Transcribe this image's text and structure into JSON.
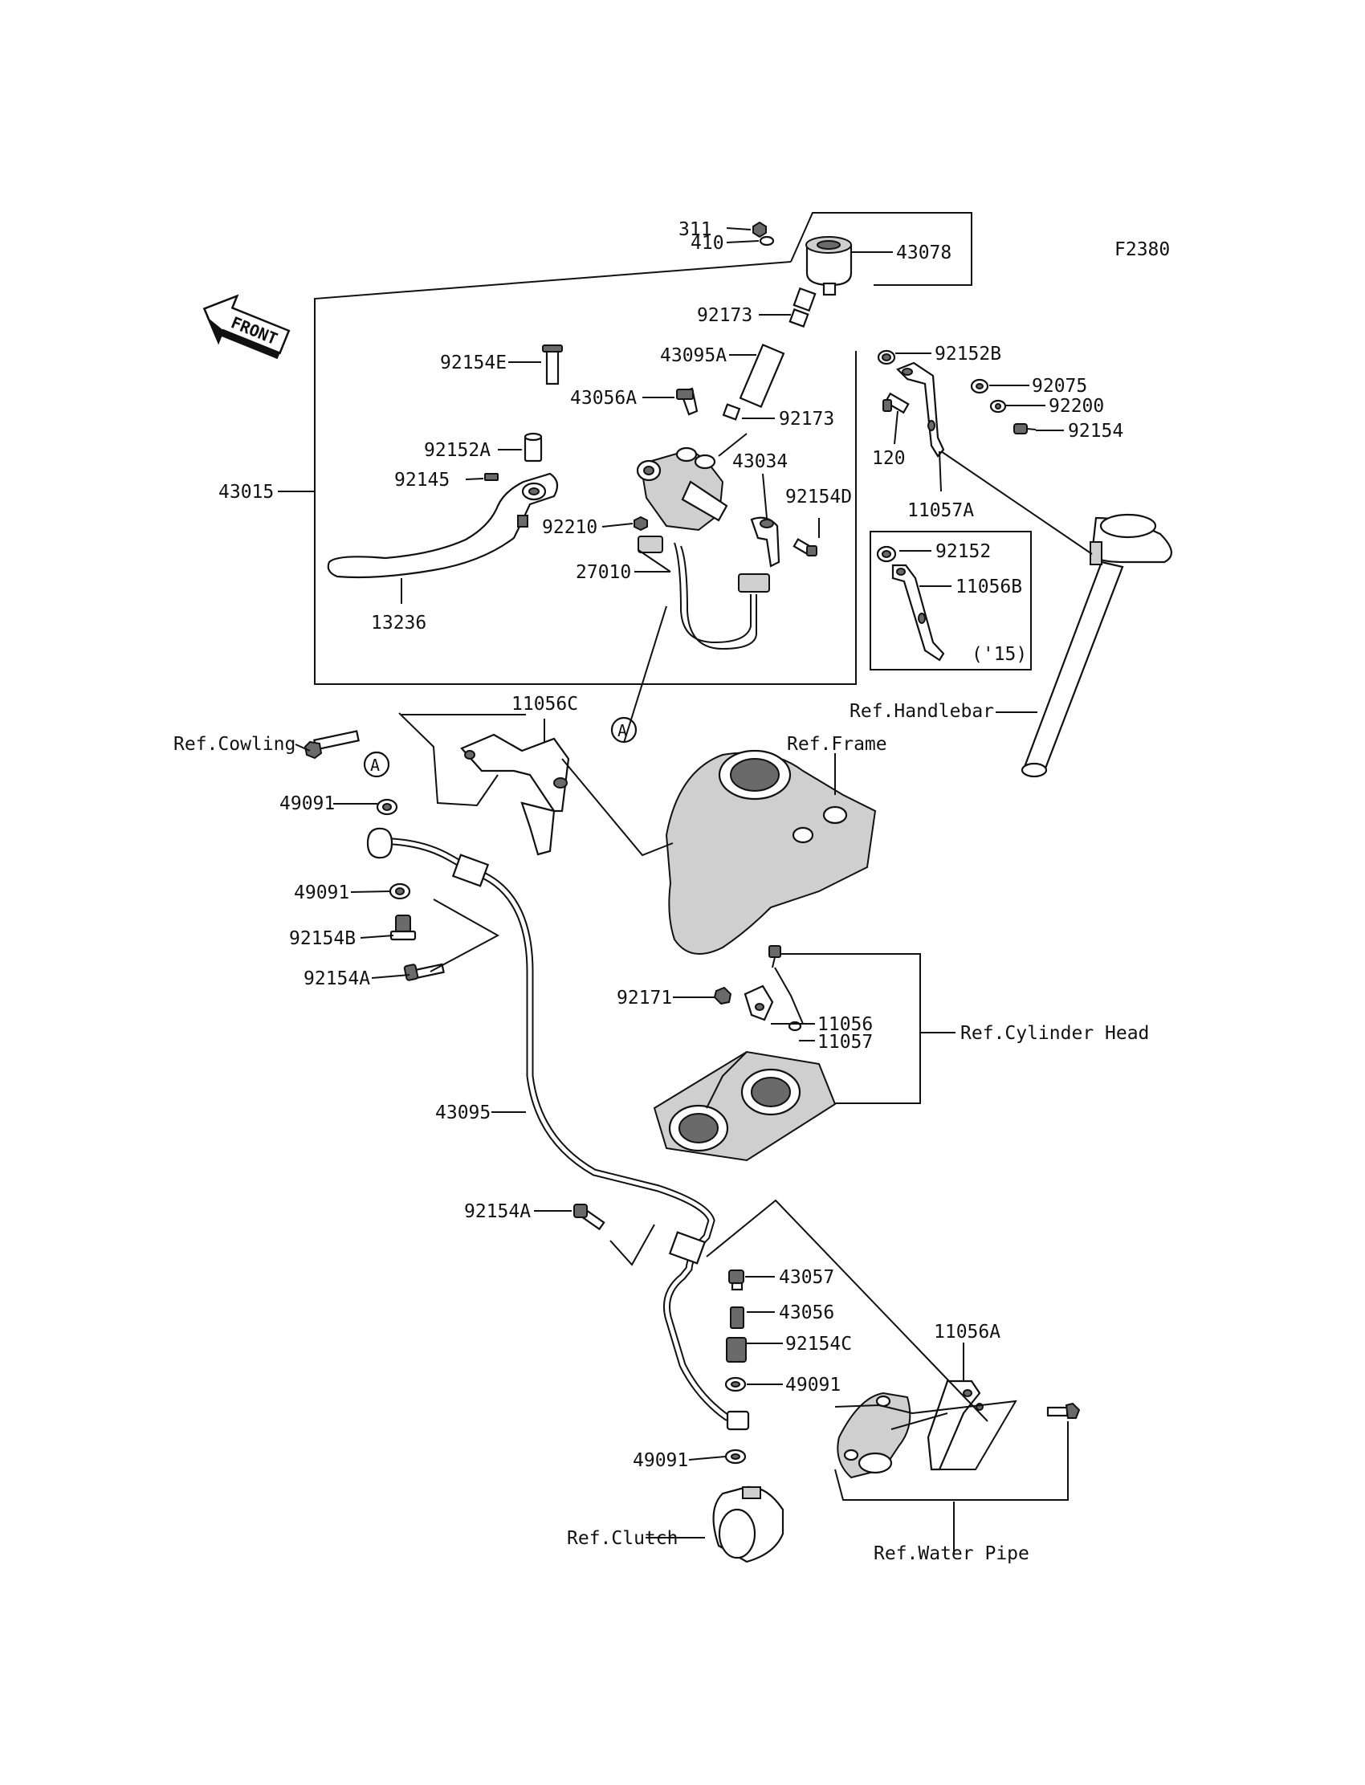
{
  "figure_code": "F2380",
  "front_label": "FRONT",
  "year_note": "('15)",
  "callout_letter": "A",
  "parts": {
    "p311": "311",
    "p410": "410",
    "p43078": "43078",
    "p92173_top": "92173",
    "p43095A": "43095A",
    "p92152B": "92152B",
    "p92075": "92075",
    "p92200": "92200",
    "p92154": "92154",
    "p120": "120",
    "p11057A": "11057A",
    "p92154E": "92154E",
    "p43056A": "43056A",
    "p92173_mid": "92173",
    "p92152A": "92152A",
    "p43034": "43034",
    "p92145": "92145",
    "p43015": "43015",
    "p92154D": "92154D",
    "p92210": "92210",
    "p27010": "27010",
    "p13236": "13236",
    "p92152": "92152",
    "p11056B": "11056B",
    "p11056C": "11056C",
    "p49091_a": "49091",
    "p49091_b": "49091",
    "p92154B": "92154B",
    "p92154A_a": "92154A",
    "p92171": "92171",
    "p11056": "11056",
    "p11057": "11057",
    "p43095": "43095",
    "p92154A_b": "92154A",
    "p43057": "43057",
    "p43056": "43056",
    "p92154C": "92154C",
    "p49091_c": "49091",
    "p49091_d": "49091",
    "p11056A": "11056A"
  },
  "references": {
    "cowling": "Ref.Cowling",
    "frame": "Ref.Frame",
    "handlebar": "Ref.Handlebar",
    "cylinder_head": "Ref.Cylinder Head",
    "clutch": "Ref.Clutch",
    "water_pipe": "Ref.Water Pipe"
  }
}
